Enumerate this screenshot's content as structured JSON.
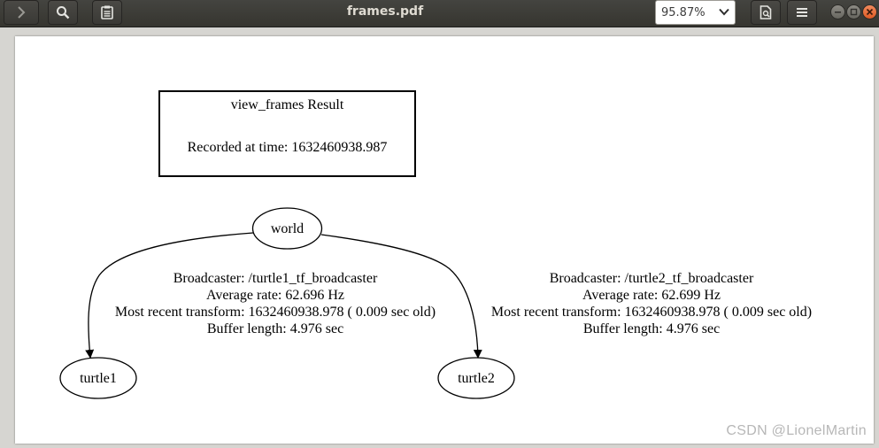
{
  "window": {
    "title": "frames.pdf",
    "zoom_value": "95.87%"
  },
  "header": {
    "icons": [
      "chevron-right-icon",
      "search-icon",
      "document-properties-icon",
      "chevron-down-icon",
      "annotate-icon",
      "hamburger-menu-icon",
      "minimize-icon",
      "maximize-icon",
      "close-icon"
    ]
  },
  "document": {
    "result_box": {
      "title": "view_frames Result",
      "recorded": "Recorded at time: 1632460938.987"
    },
    "nodes": {
      "world": "world",
      "turtle1": "turtle1",
      "turtle2": "turtle2"
    },
    "edge1": {
      "broadcaster": "Broadcaster: /turtle1_tf_broadcaster",
      "rate": "Average rate: 62.696 Hz",
      "recent": "Most recent transform: 1632460938.978 ( 0.009 sec old)",
      "buffer": "Buffer length: 4.976 sec"
    },
    "edge2": {
      "broadcaster": "Broadcaster: /turtle2_tf_broadcaster",
      "rate": "Average rate: 62.699 Hz",
      "recent": "Most recent transform: 1632460938.978 ( 0.009 sec old)",
      "buffer": "Buffer length: 4.976 sec"
    }
  },
  "watermark": "CSDN @LionelMartin"
}
